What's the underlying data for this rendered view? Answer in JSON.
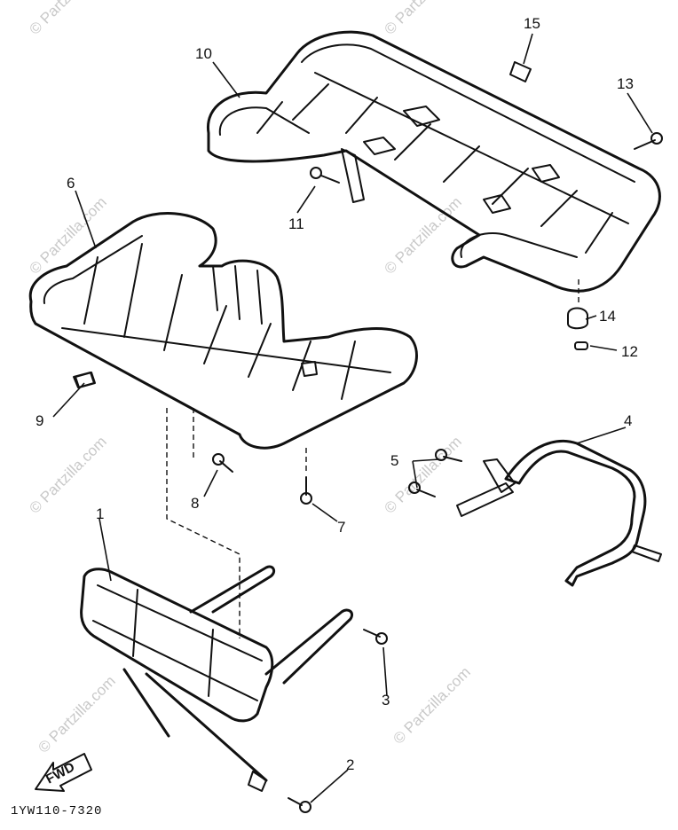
{
  "watermark": {
    "text": "© Partzilla.com",
    "color": "#c9c9c9"
  },
  "diagram_code": "1YW110-7320",
  "direction_arrow": {
    "label": "FWD"
  },
  "callouts": {
    "c1": "1",
    "c2": "2",
    "c3": "3",
    "c4": "4",
    "c5": "5",
    "c6": "6",
    "c7": "7",
    "c8": "8",
    "c9": "9",
    "c10": "10",
    "c11": "11",
    "c12": "12",
    "c13": "13",
    "c14": "14",
    "c15": "15"
  }
}
